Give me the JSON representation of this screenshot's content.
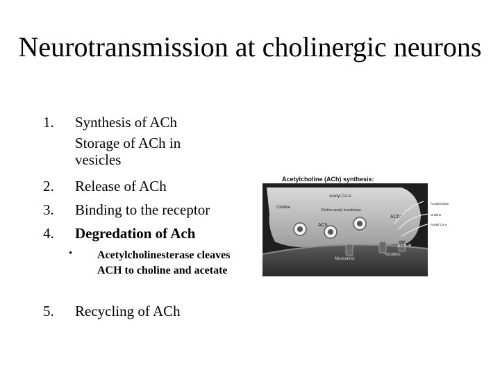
{
  "slide": {
    "title": "Neurotransmission at cholinergic neurons",
    "items": [
      {
        "num": "1.",
        "text": "Synthesis of ACh"
      },
      {
        "num": "",
        "text": "Storage of ACh in vesicles"
      },
      {
        "num": "2.",
        "text": "Release of ACh"
      },
      {
        "num": "3.",
        "text": "Binding to the receptor"
      },
      {
        "num": "4.",
        "text": "Degredation of Ach"
      },
      {
        "num": "5.",
        "text": "Recycling of ACh"
      }
    ],
    "sub_bullet": {
      "marker": "•",
      "text": "Acetylcholinesterase cleaves ACH to choline and acetate"
    }
  },
  "figure": {
    "title": "Acetylcholine (ACh) synthesis:",
    "labels": {
      "acetyl_coa": "Acetyl Co-A",
      "choline": "Choline",
      "enzyme": "Choline acetyl transferase",
      "ach": "ACh",
      "ach_plus": "ACh⁺",
      "ach_e": "ACh-E",
      "muscarinic": "Muscarinic",
      "nicotinic": "Nicotinic",
      "side_acetylcholine": "Acetylcholine",
      "side_choline": "Choline",
      "side_acetyl_coa": "Acetyl Co-A"
    }
  }
}
